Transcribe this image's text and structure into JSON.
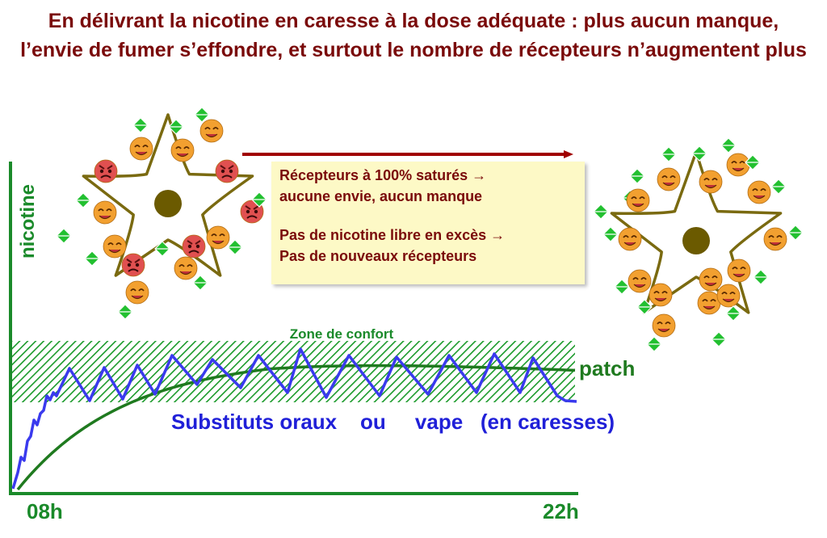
{
  "title": "En délivrant la nicotine en caresse à la dose adéquate : plus aucun manque, l’envie de fumer s’effondre, et surtout le nombre de récepteurs n’augmentent plus",
  "info_box": {
    "line1": "Récepteurs à 100% saturés  →",
    "line2": "aucune envie, aucun manque",
    "line3": "Pas de nicotine libre en excès →",
    "line4": "Pas de nouveaux récepteurs"
  },
  "chart": {
    "ylabel": "nicotine",
    "x_start": "08h",
    "x_end": "22h",
    "zone_label": "Zone de confort",
    "patch_label": "patch",
    "oral_label": "Substituts oraux    ou     vape   (en caresses)"
  },
  "colors": {
    "title": "#7a0a0a",
    "axis": "#1a8a2a",
    "patch_curve": "#1f7a1f",
    "oral_curve": "#3a3aee",
    "oral_text": "#2020d8",
    "zone_hatch": "#1a9a2a",
    "box_bg": "#fdf9c6",
    "neuron": "#7a6a10",
    "nucleus": "#6b5a00",
    "arrow": "#a00000",
    "drop": "#22c030",
    "happy_face": "#f2a030",
    "angry_face": "#e05050"
  },
  "icons": {
    "happy": "happy-face-icon",
    "angry": "angry-face-icon",
    "nicotine": "nicotine-molecule-icon"
  }
}
